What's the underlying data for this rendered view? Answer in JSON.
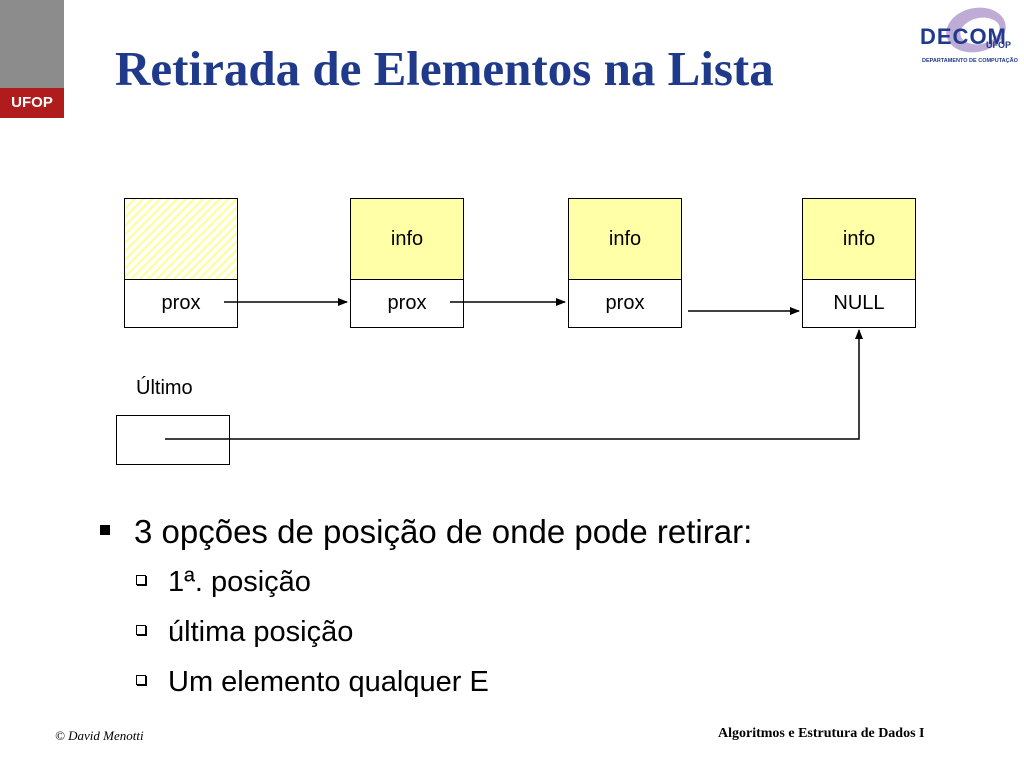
{
  "header": {
    "title": "Retirada de Elementos na Lista",
    "left_logo_text": "UFOP",
    "right_logo": {
      "word": "DECOM",
      "sub": "UFOP",
      "dept": "DEPARTAMENTO DE COMPUTAÇÃO"
    }
  },
  "diagram": {
    "nodes": [
      {
        "top": "",
        "bottom": "prox"
      },
      {
        "top": "info",
        "bottom": "prox"
      },
      {
        "top": "info",
        "bottom": "prox"
      },
      {
        "top": "info",
        "bottom": "NULL"
      }
    ],
    "pointer_label": "Último"
  },
  "bullets": {
    "main": "3 opções de posição de onde pode retirar:",
    "items": [
      "1ª. posição",
      "última posição",
      "Um elemento qualquer E"
    ]
  },
  "footer": {
    "left": "© David Menotti",
    "right": "Algoritmos e Estrutura de Dados I"
  },
  "colors": {
    "title": "#1f3a8a",
    "node_fill": "#ffffa8",
    "ufop_red": "#b01c1c"
  }
}
